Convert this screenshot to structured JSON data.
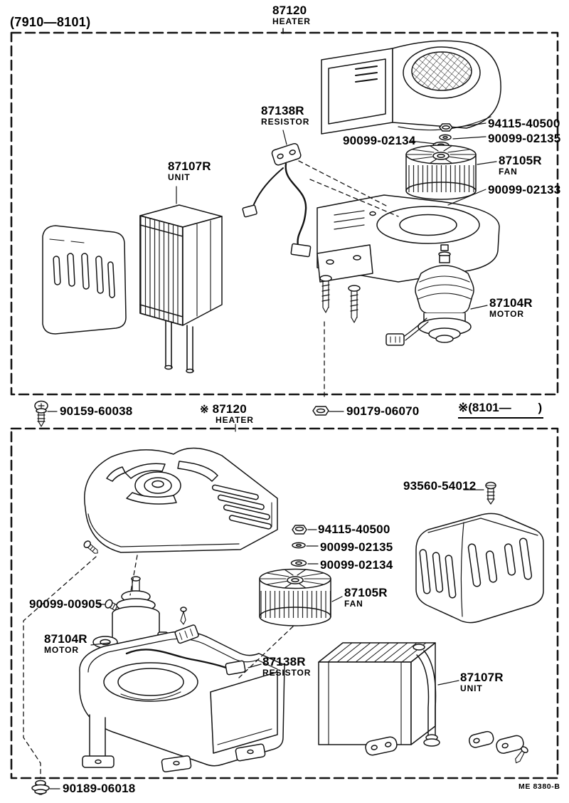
{
  "page": {
    "production_range": "(7910—8101)",
    "drawing_code": "ME 8380-B"
  },
  "icons": {
    "legend_screw": "screw-icon",
    "legend_nut": "nut-icon",
    "bottom_clip": "clip-icon",
    "bolt": "bolt-icon",
    "washer": "washer-icon",
    "tapping_screw": "tapping-screw-icon"
  },
  "top_diagram": {
    "title": {
      "part_no": "87120",
      "name": "HEATER"
    },
    "parts": {
      "resistor": {
        "part_no": "87138R",
        "name": "RESISTOR"
      },
      "unit": {
        "part_no": "87107R",
        "name": "UNIT"
      },
      "fan": {
        "part_no": "87105R",
        "name": "FAN"
      },
      "motor": {
        "part_no": "87104R",
        "name": "MOTOR"
      },
      "nut": "94115-40500",
      "washer_plate": "90099-02134",
      "washer_spring": "90099-02135",
      "washer_lower": "90099-02133"
    }
  },
  "legend": {
    "screw": "90159-60038",
    "heater_ref": {
      "marker": "※",
      "part_no": "87120",
      "name": "HEATER"
    },
    "nut": "90179-06070",
    "range_ref": "※(8101—        )"
  },
  "bottom_diagram": {
    "parts": {
      "tapping_screw": "93560-54012",
      "nut": "94115-40500",
      "washer_spring": "90099-02135",
      "washer_plate": "90099-02134",
      "fan": {
        "part_no": "87105R",
        "name": "FAN"
      },
      "motor_screw": "90099-00905",
      "motor": {
        "part_no": "87104R",
        "name": "MOTOR"
      },
      "resistor": {
        "part_no": "87138R",
        "name": "RESISTOR"
      },
      "unit": {
        "part_no": "87107R",
        "name": "UNIT"
      },
      "clip": "90189-06018"
    }
  }
}
